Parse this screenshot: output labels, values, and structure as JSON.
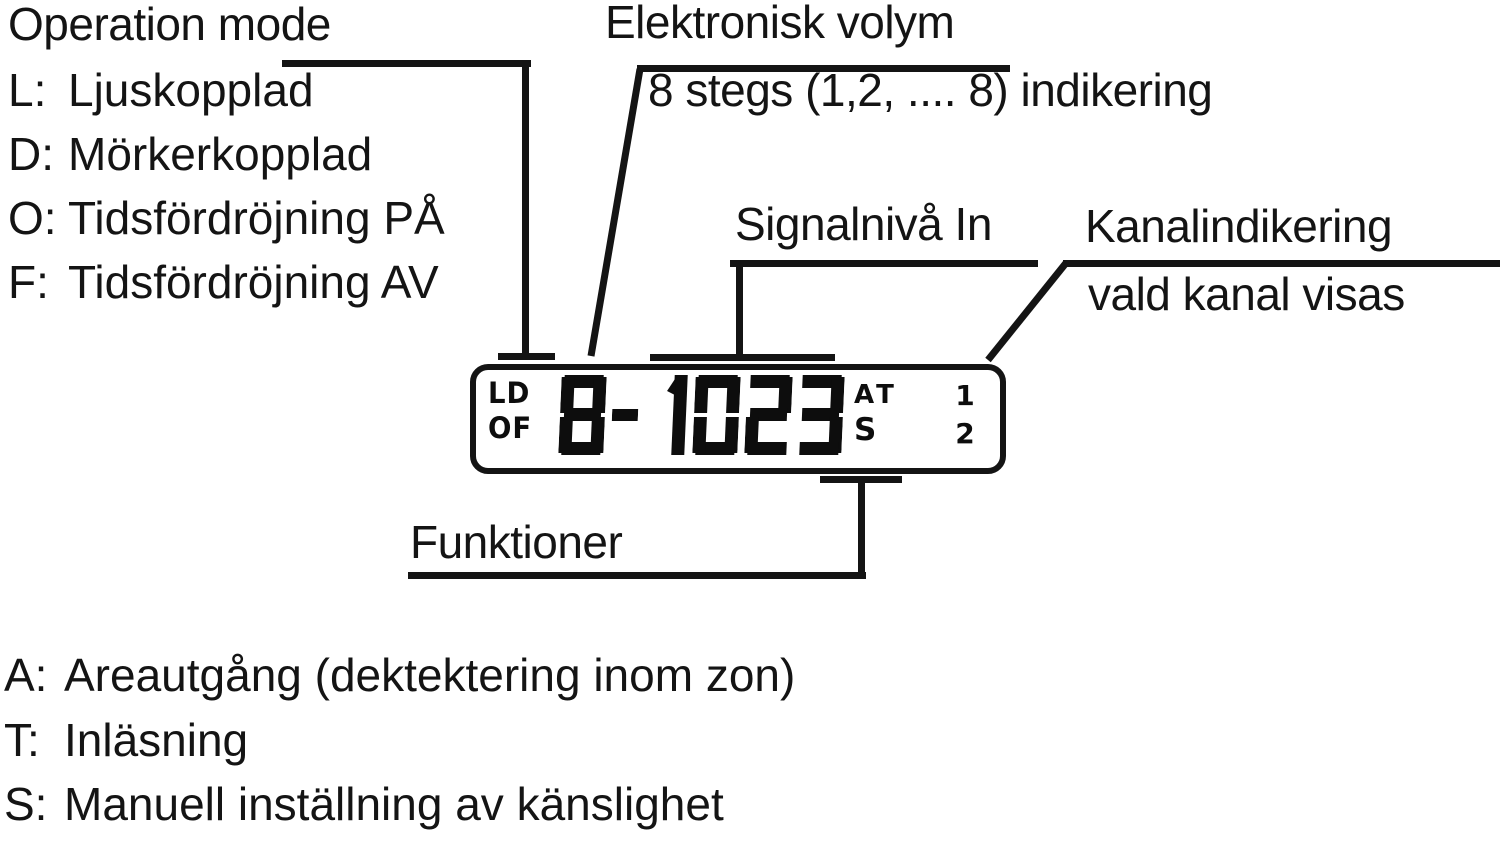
{
  "page": {
    "background": "#ffffff",
    "ink": "#141414"
  },
  "top_legend": {
    "title": "Operation mode",
    "items": [
      {
        "key": "L:",
        "label": "Ljuskopplad"
      },
      {
        "key": "D:",
        "label": "Mörkerkopplad"
      },
      {
        "key": "O:",
        "label": "Tidsfördröjning PÅ"
      },
      {
        "key": "F:",
        "label": "Tidsfördröjning AV"
      }
    ]
  },
  "callouts": {
    "volume": {
      "line1": "Elektronisk volym",
      "line2": "8 stegs (1,2, .... 8) indikering"
    },
    "signal": {
      "label": "Signalnivå In"
    },
    "channel": {
      "line1": "Kanalindikering",
      "line2": "vald kanal visas"
    },
    "functions": {
      "label": "Funktioner"
    }
  },
  "display": {
    "mode_indicator_top": "LD",
    "mode_indicator_bottom": "OF",
    "digits": "8- 1023",
    "function_indicator_top": "AT",
    "function_indicator_bottom": "S",
    "channel_top": "1",
    "channel_bottom": "2"
  },
  "bottom_legend": {
    "items": [
      {
        "key": "A:",
        "label": "Areautgång (dektektering inom zon)"
      },
      {
        "key": "T:",
        "label": "Inläsning"
      },
      {
        "key": "S:",
        "label": "Manuell inställning av känslighet"
      }
    ]
  }
}
